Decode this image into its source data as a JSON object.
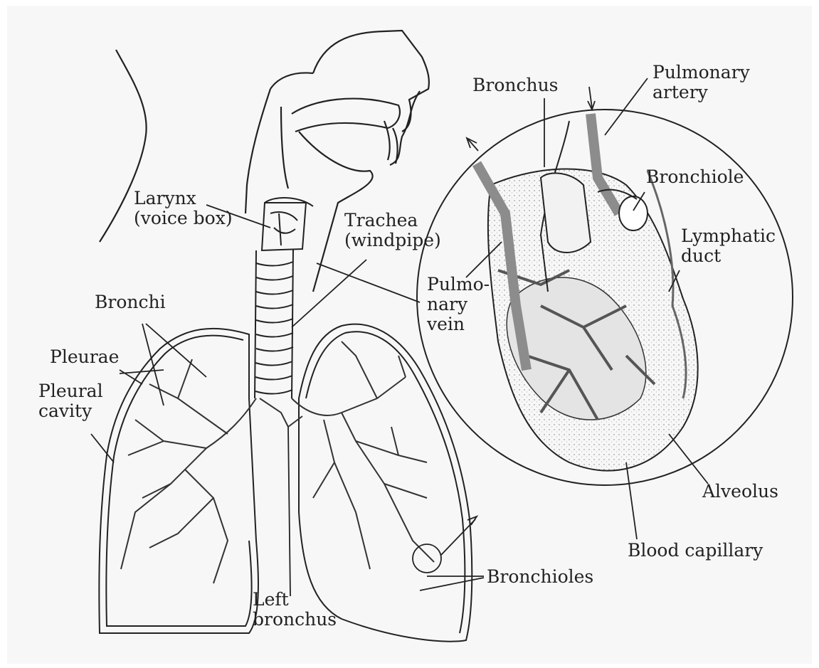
{
  "labels": {
    "bronchus": "Bronchus",
    "pulmonary_artery": [
      "Pulmonary",
      "artery"
    ],
    "bronchiole": "Bronchiole",
    "lymphatic_duct": [
      "Lymphatic",
      "duct"
    ],
    "larynx": [
      "Larynx",
      "(voice box)"
    ],
    "trachea": [
      "Trachea",
      "(windpipe)"
    ],
    "pulmonary_vein": [
      "Pulmo-",
      "nary",
      "vein"
    ],
    "bronchi": "Bronchi",
    "pleurae": "Pleurae",
    "pleural_cavity": [
      "Pleural",
      "cavity"
    ],
    "alveolus": "Alveolus",
    "blood_capillary": "Blood capillary",
    "bronchioles": "Bronchioles",
    "left_bronchus": [
      "Left",
      "bronchus"
    ]
  },
  "colors": {
    "ink": "#222222",
    "background": "#f7f7f7",
    "vessel_fill": "#8c8c8c",
    "alveolus_fill": "#e4e4e4"
  }
}
